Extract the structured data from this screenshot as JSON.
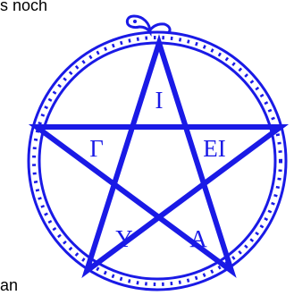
{
  "page_fragments": {
    "top_line": "s  noch",
    "bottom_line": "an"
  },
  "emblem": {
    "pentagram_labels": {
      "top": "Ι",
      "left": "Γ",
      "right": "ΕΙ",
      "bottom_left": "Υ",
      "bottom_right": "Α"
    },
    "icon": "ouroboros-pentagram",
    "colors": {
      "ink": "#1a1ae6",
      "background": "#ffffff"
    }
  }
}
